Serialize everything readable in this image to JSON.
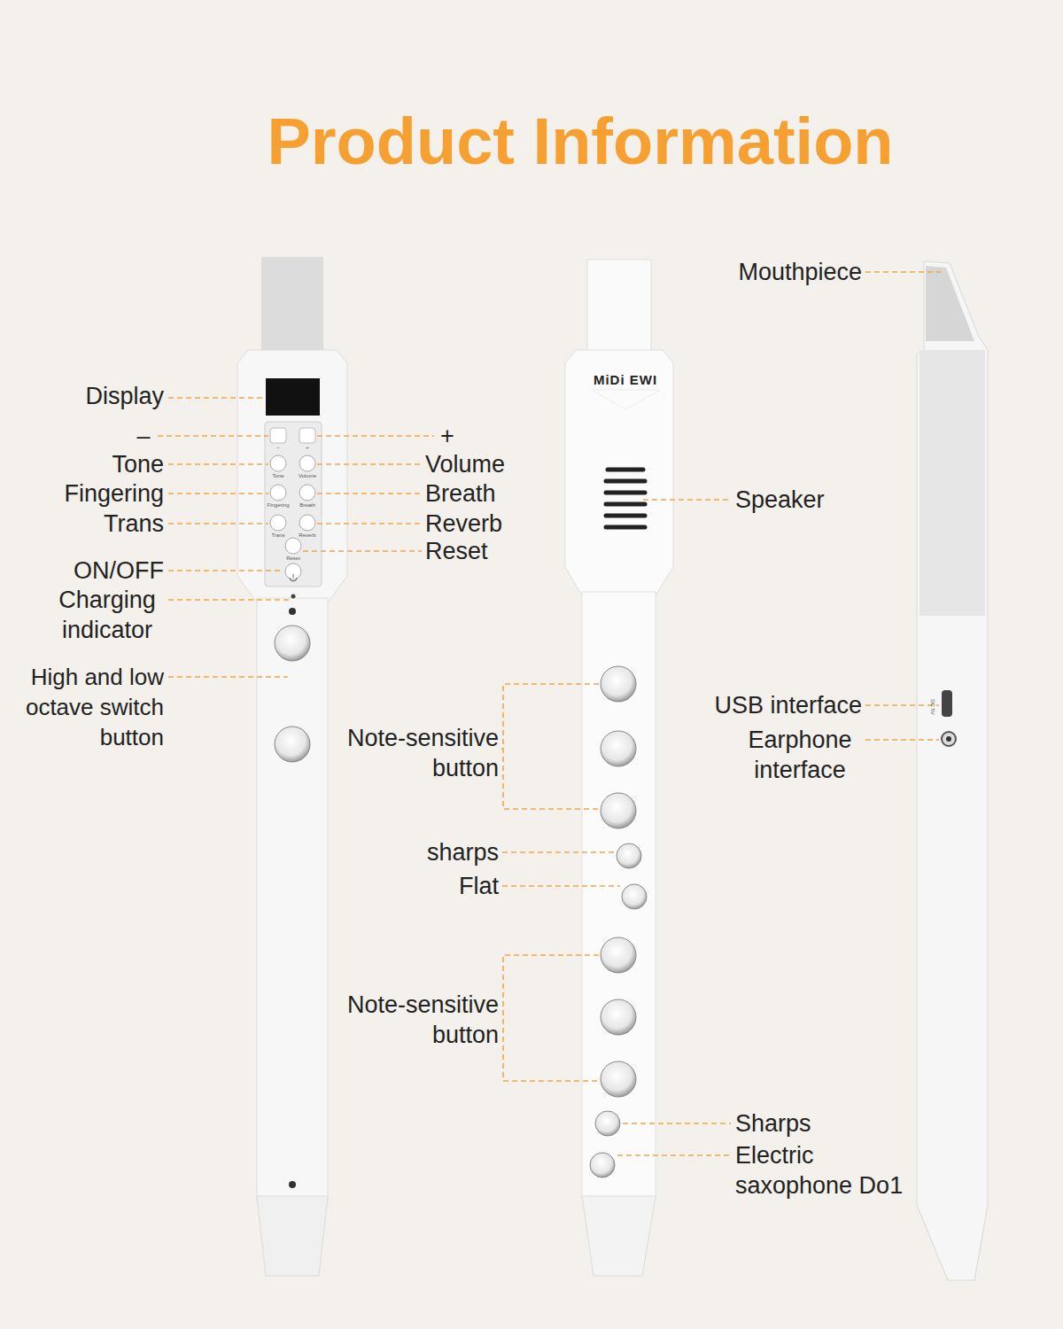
{
  "diagram": {
    "title": "Product Information",
    "labels": [
      "Display",
      "–",
      "+",
      "Tone",
      "Volume",
      "Fingering",
      "Breath",
      "Trans",
      "Reverb",
      "ON/OFF",
      "Reset",
      "Charging indicator",
      "High and low octave switch button",
      "MiDi EWI",
      "Speaker",
      "Note-sensitive button",
      "sharps",
      "Flat",
      "Note-sensitive button",
      "Sharps",
      "Electric saxophone Do1",
      "Mouthpiece",
      "USB interface",
      "Earphone interface",
      "−",
      "+",
      "Tone",
      "Volume",
      "Fingering",
      "Breath",
      "Trans",
      "Reverb",
      "Reset",
      "DC 5V"
    ]
  }
}
